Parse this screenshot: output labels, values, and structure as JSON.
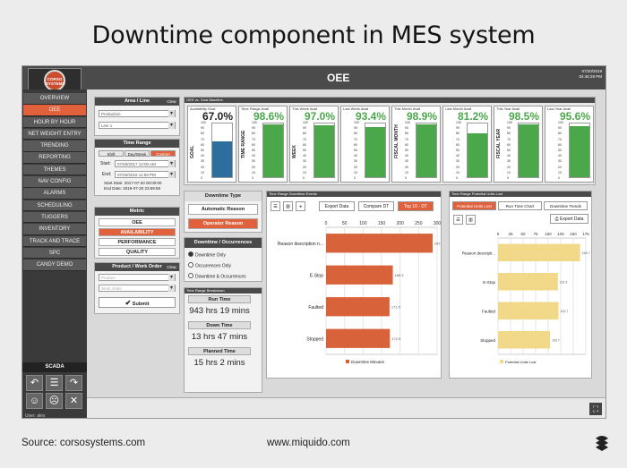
{
  "headline": "Downtime component in MES system",
  "footer": {
    "source": "Source: corsosystems.com",
    "site": "www.miquido.com"
  },
  "app": {
    "title": "OEE",
    "date": "07/20/2019",
    "time": "04:46:28 PM",
    "logo": "CORSO SYSTEMS"
  },
  "sidebar": {
    "items": [
      "OVERVIEW",
      "OEE",
      "HOUR BY HOUR",
      "NET WEIGHT ENTRY",
      "TRENDING",
      "REPORTING",
      "THEMES",
      "NAV CONFIG",
      "ALARMS",
      "SCHEDULING",
      "TUGGERS",
      "INVENTORY",
      "TRACK AND TRACE",
      "SPC",
      "CANDY DEMO"
    ],
    "active_index": 1,
    "scada": "SCADA",
    "user": "User: alex"
  },
  "area_line": {
    "title": "Area / Line",
    "clear": "Clear",
    "area": "Production",
    "line": "Line 1"
  },
  "time_range": {
    "title": "Time Range",
    "tabs": [
      "Shift",
      "Day/Week",
      "Custom"
    ],
    "active_tab": 2,
    "start_label": "Start:",
    "start_value": "07/20/2017 12:00 AM",
    "end_label": "End:",
    "end_value": "07/20/2019 11:59 PM",
    "start_date": "Start Date: 2017-07-20 00:00:00",
    "end_date": "End Date: 2019-07-20 23:59:59"
  },
  "metric": {
    "title": "Metric",
    "items": [
      "OEE",
      "AVAILABILITY",
      "PERFORMANCE",
      "QUALITY"
    ],
    "active_index": 1
  },
  "product": {
    "title": "Product / Work Order",
    "clear": "Clear",
    "product_placeholder": "Product",
    "wo_placeholder": "Work Order",
    "submit": "Submit"
  },
  "oee_bar": {
    "title": "OEE vs. Goal Baseline"
  },
  "kpis": [
    {
      "label": "Availability Goal",
      "value": "67.0%",
      "bar": 0.67,
      "color": "#2e6e9e",
      "vlabel": "GOAL"
    },
    {
      "label": "Time Range Avail",
      "value": "98.6%",
      "bar": 0.986,
      "color": "#4aa84a",
      "vlabel": "TIME RANGE"
    },
    {
      "label": "This Week Avail",
      "value": "97.0%",
      "bar": 0.97,
      "color": "#4aa84a",
      "vlabel": "WEEK"
    },
    {
      "label": "Last Week Avail",
      "value": "93.4%",
      "bar": 0.934,
      "color": "#4aa84a",
      "vlabel": ""
    },
    {
      "label": "This Month Avail",
      "value": "98.9%",
      "bar": 0.989,
      "color": "#4aa84a",
      "vlabel": "FISCAL MONTH"
    },
    {
      "label": "Last Month Avail",
      "value": "81.2%",
      "bar": 0.812,
      "color": "#4aa84a",
      "vlabel": ""
    },
    {
      "label": "This Year Avail",
      "value": "98.5%",
      "bar": 0.985,
      "color": "#4aa84a",
      "vlabel": "FISCAL YEAR"
    },
    {
      "label": "Last Year Avail",
      "value": "95.6%",
      "bar": 0.956,
      "color": "#4aa84a",
      "vlabel": ""
    }
  ],
  "kpi_axis": [
    "100",
    "90",
    "80",
    "70",
    "60",
    "50",
    "40",
    "30",
    "20",
    "10",
    "0"
  ],
  "downtime_type": {
    "title": "Downtime Type",
    "items": [
      "Automatic Reason",
      "Operator Reason"
    ],
    "active_index": 1
  },
  "occurrences": {
    "title": "Downtime / Occurrences",
    "items": [
      "Downtime Only",
      "Occurrences Only",
      "Downtime & Occurrences"
    ],
    "active_index": 0
  },
  "summary": {
    "title": "Time Range Breakdown",
    "run_label": "Run Time",
    "run_value": "943 hrs 19 mins",
    "down_label": "Down Time",
    "down_value": "13 hrs 47 mins",
    "planned_label": "Planned Time",
    "planned_value": "15 hrs 2 mins"
  },
  "downtime_chart": {
    "title": "Time Range Downtime Events",
    "buttons": [
      "Export Data",
      "Compare DT",
      "Top 10 - DT"
    ],
    "active_button": 2
  },
  "units_chart": {
    "title": "Time Range Potential Units Lost",
    "tabs": [
      "Potential Units Lost",
      "Run Time Chart",
      "Downtime Trends"
    ],
    "active_tab": 0,
    "export": "Export Data"
  },
  "chart_data": [
    {
      "type": "bar",
      "orientation": "horizontal",
      "title": "Time Range Downtime Events",
      "categories": [
        "Reason description n...",
        "E-Stop",
        "Faulted",
        "Stopped"
      ],
      "values": [
        287.9,
        180.3,
        171.5,
        172.5
      ],
      "value_labels": [
        "287.9",
        "180.3",
        "171.5",
        "172.5"
      ],
      "xlim": [
        0,
        300
      ],
      "xticks": [
        "0",
        "50",
        "100",
        "150",
        "200",
        "250",
        "300"
      ],
      "legend": "Downtime Minutes",
      "color": "#d8623a"
    },
    {
      "type": "bar",
      "orientation": "horizontal",
      "title": "Time Range Potential Units Lost",
      "categories": [
        "Reason descripti...",
        "E-Stop",
        "Faulted",
        "Stopped"
      ],
      "values": [
        163.7,
        119.3,
        120.7,
        103.7
      ],
      "value_labels": [
        "163.7",
        "119.3",
        "120.7",
        "103.7"
      ],
      "xlim": [
        0,
        175
      ],
      "xticks": [
        "0",
        "25",
        "50",
        "75",
        "100",
        "125",
        "150",
        "175"
      ],
      "legend": "Potential Units Lost",
      "color": "#f2d98a"
    }
  ]
}
